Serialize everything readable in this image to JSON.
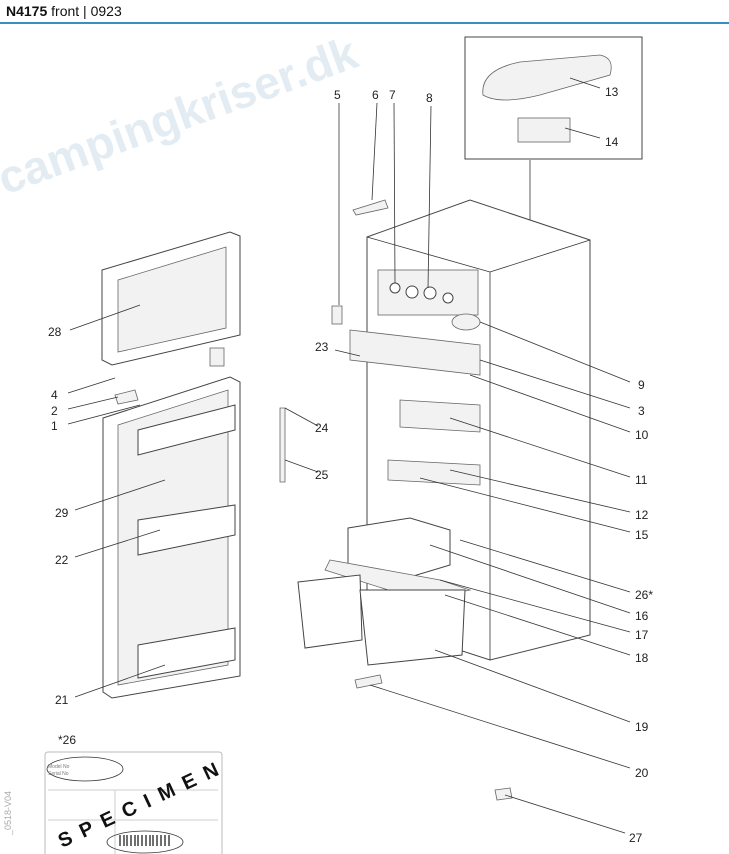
{
  "header": {
    "model": "N4175",
    "rest": "front | 0923"
  },
  "watermark": "campingkriser.dk",
  "footnote": "*26",
  "doc_code": "_0518-V04",
  "specimen": {
    "stamp": "SPECIMEN",
    "model_label": "Model No",
    "serial_label": "Serial No"
  },
  "callouts": [
    "5",
    "6",
    "7",
    "8",
    "13",
    "14",
    "28",
    "4",
    "2",
    "1",
    "23",
    "9",
    "3",
    "10",
    "24",
    "25",
    "11",
    "12",
    "15",
    "29",
    "22",
    "26*",
    "16",
    "17",
    "18",
    "21",
    "19",
    "20",
    "27"
  ]
}
